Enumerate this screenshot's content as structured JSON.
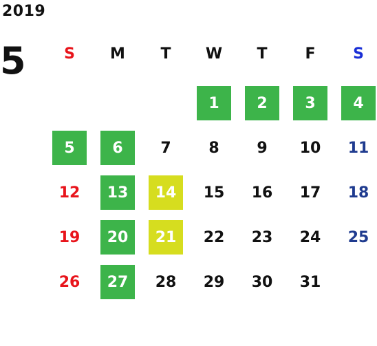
{
  "calendar": {
    "year": "2019",
    "month": "5",
    "weekdays": [
      {
        "label": "S",
        "color": "#e8141b"
      },
      {
        "label": "M",
        "color": "#111111"
      },
      {
        "label": "T",
        "color": "#111111"
      },
      {
        "label": "W",
        "color": "#111111"
      },
      {
        "label": "T",
        "color": "#111111"
      },
      {
        "label": "F",
        "color": "#111111"
      },
      {
        "label": "S",
        "color": "#1a2fd6"
      }
    ],
    "colors": {
      "sunday": "#e8141b",
      "saturday": "#1f3b8f",
      "weekday": "#111111",
      "green_highlight": "#3db44a",
      "yellow_highlight": "#d6dd1f",
      "highlight_text": "#ffffff"
    },
    "days": [
      {
        "label": "1",
        "highlight": "green"
      },
      {
        "label": "2",
        "highlight": "green"
      },
      {
        "label": "3",
        "highlight": "green"
      },
      {
        "label": "4",
        "highlight": "green"
      },
      {
        "label": "5",
        "highlight": "green"
      },
      {
        "label": "6",
        "highlight": "green"
      },
      {
        "label": "7",
        "highlight": ""
      },
      {
        "label": "8",
        "highlight": ""
      },
      {
        "label": "9",
        "highlight": ""
      },
      {
        "label": "10",
        "highlight": ""
      },
      {
        "label": "11",
        "highlight": ""
      },
      {
        "label": "12",
        "highlight": ""
      },
      {
        "label": "13",
        "highlight": "green"
      },
      {
        "label": "14",
        "highlight": "yellow"
      },
      {
        "label": "15",
        "highlight": ""
      },
      {
        "label": "16",
        "highlight": ""
      },
      {
        "label": "17",
        "highlight": ""
      },
      {
        "label": "18",
        "highlight": ""
      },
      {
        "label": "19",
        "highlight": ""
      },
      {
        "label": "20",
        "highlight": "green"
      },
      {
        "label": "21",
        "highlight": "yellow"
      },
      {
        "label": "22",
        "highlight": ""
      },
      {
        "label": "23",
        "highlight": ""
      },
      {
        "label": "24",
        "highlight": ""
      },
      {
        "label": "25",
        "highlight": ""
      },
      {
        "label": "26",
        "highlight": ""
      },
      {
        "label": "27",
        "highlight": "green"
      },
      {
        "label": "28",
        "highlight": ""
      },
      {
        "label": "29",
        "highlight": ""
      },
      {
        "label": "30",
        "highlight": ""
      },
      {
        "label": "31",
        "highlight": ""
      }
    ]
  }
}
